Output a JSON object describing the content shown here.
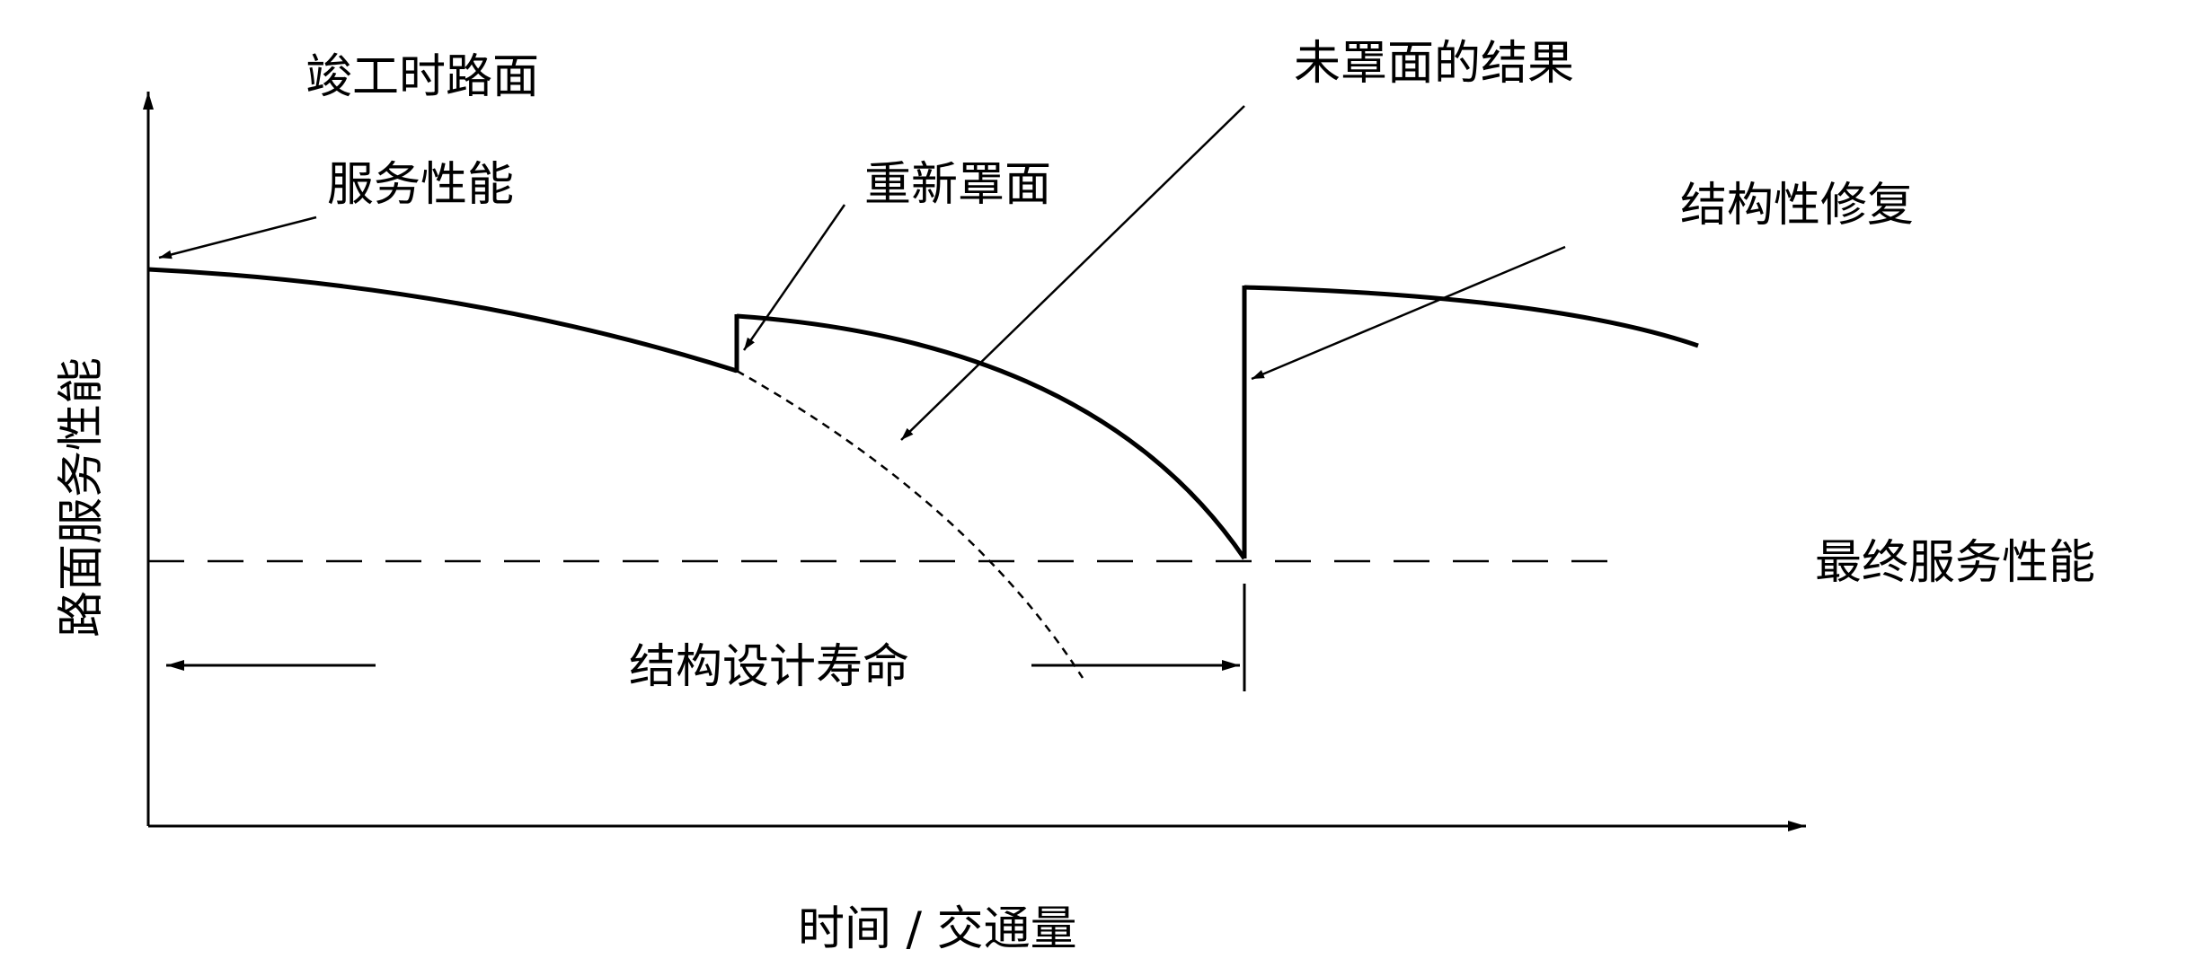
{
  "diagram": {
    "y_axis_label": "路面服务性能",
    "x_axis_label": "时间 / 交通量",
    "initial_label_line1": "竣工时路面",
    "initial_label_line2": "服务性能",
    "overlay_label": "重新罩面",
    "no_overlay_label": "未罩面的结果",
    "rehab_label": "结构性修复",
    "terminal_label": "最终服务性能",
    "design_life_label": "结构设计寿命"
  },
  "colors": {
    "ink": "#000000",
    "background": "#ffffff"
  }
}
